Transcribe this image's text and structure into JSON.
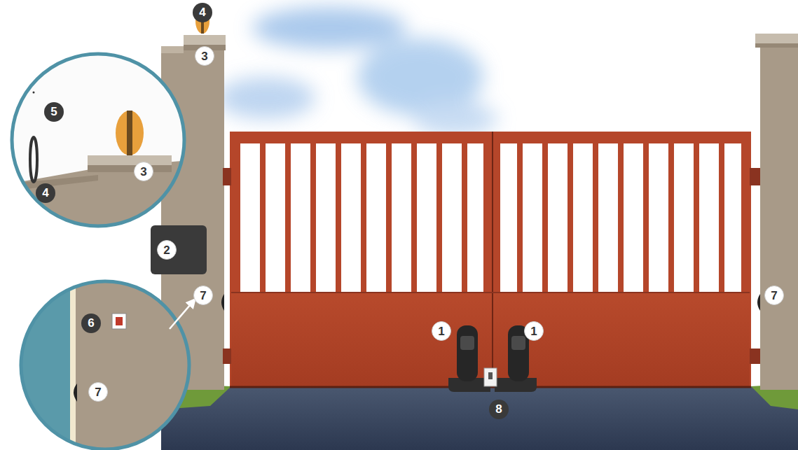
{
  "diagram": {
    "labels": [
      "4",
      "3",
      "5",
      "3",
      "4",
      "2",
      "7",
      "7",
      "6",
      "1",
      "1",
      "7",
      "8"
    ]
  }
}
